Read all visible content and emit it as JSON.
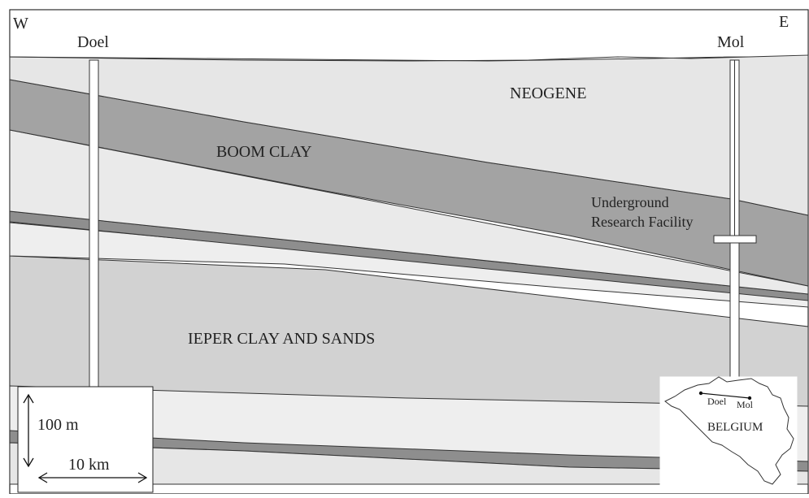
{
  "compass": {
    "west": "W",
    "east": "E"
  },
  "boreholes": {
    "left": "Doel",
    "right": "Mol"
  },
  "layers": {
    "neogene": "NEOGENE",
    "boom_clay": "BOOM CLAY",
    "ieper": "IEPER CLAY AND SANDS"
  },
  "facility": {
    "line1": "Underground",
    "line2": "Research Facility"
  },
  "scale": {
    "vertical": "100 m",
    "horizontal": "10 km"
  },
  "inset_map": {
    "country": "BELGIUM",
    "city_a": "Doel",
    "city_b": "Mol"
  },
  "colors": {
    "neogene": "#e6e6e6",
    "boom_clay": "#a3a3a3",
    "light_band": "#eeeeee",
    "ieper": "#d2d2d2",
    "thin_dark": "#8e8e8e",
    "outline": "#222222"
  }
}
